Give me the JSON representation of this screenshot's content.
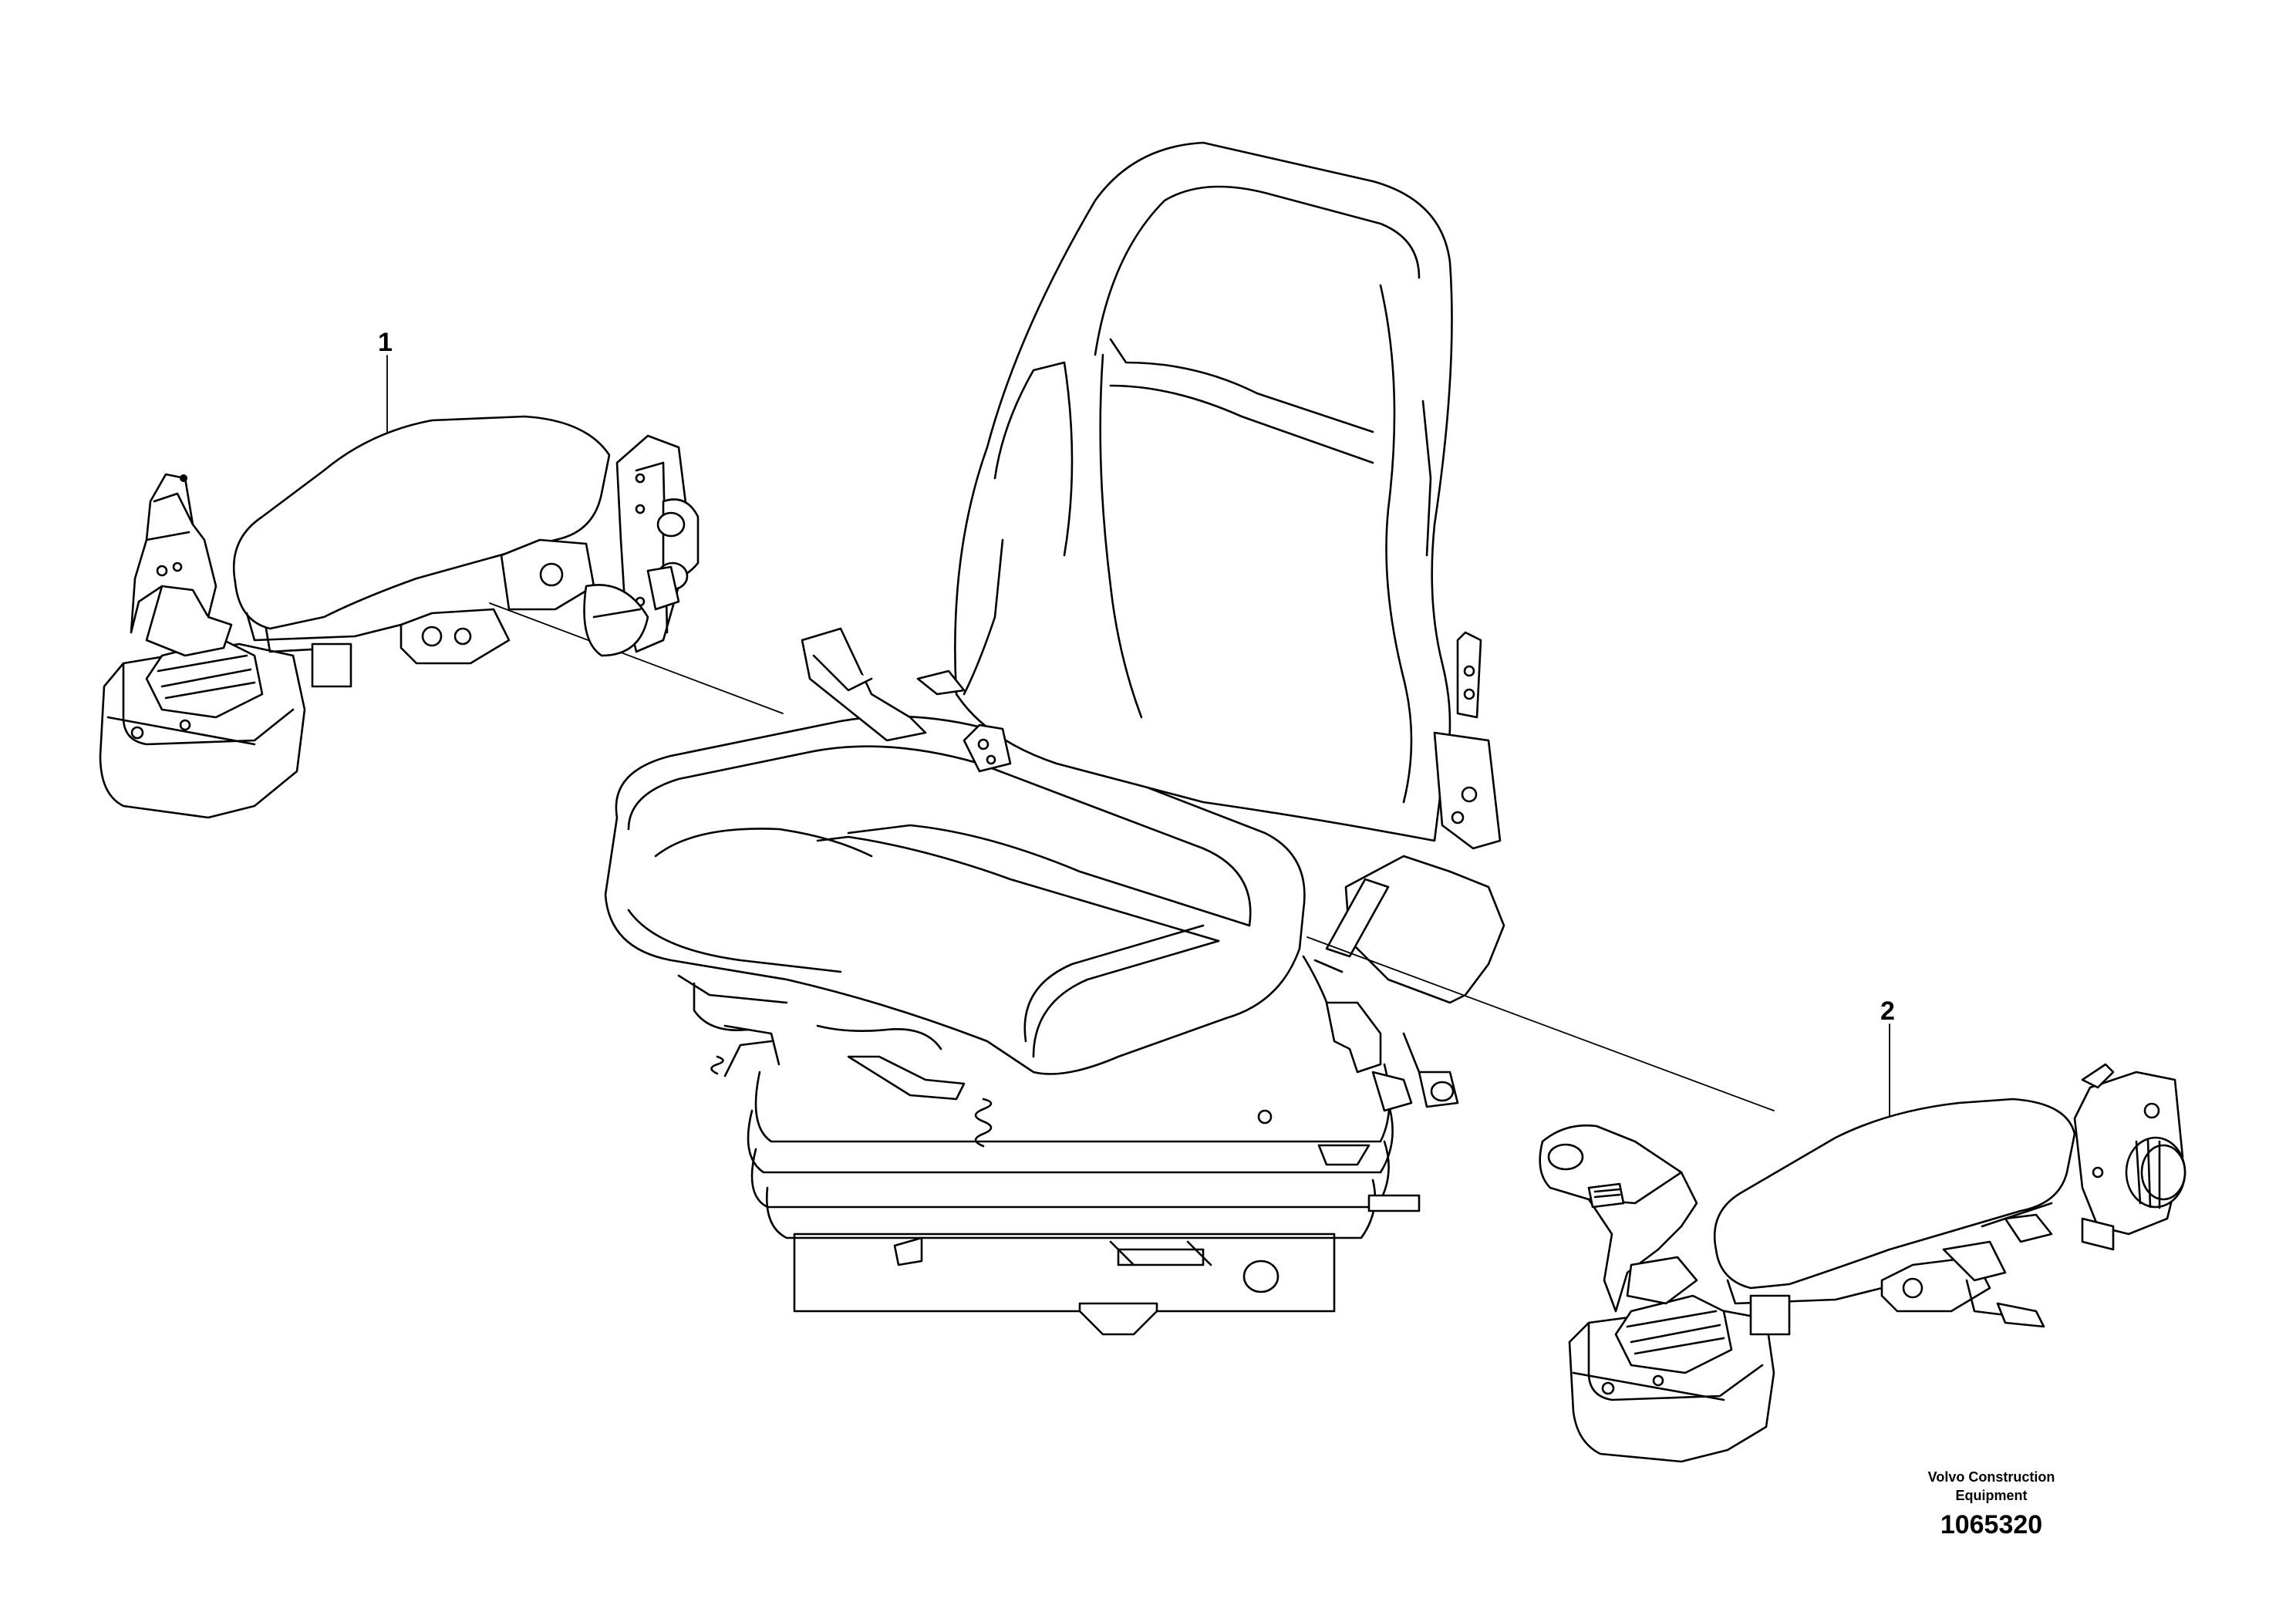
{
  "callouts": [
    {
      "number": "1",
      "part": "left armrest with joystick control"
    },
    {
      "number": "2",
      "part": "right armrest with joystick control"
    }
  ],
  "footer": {
    "brand_line1": "Volvo Construction",
    "brand_line2": "Equipment",
    "drawing_number": "1065320"
  },
  "colors": {
    "line": "#000000",
    "background": "#ffffff"
  }
}
